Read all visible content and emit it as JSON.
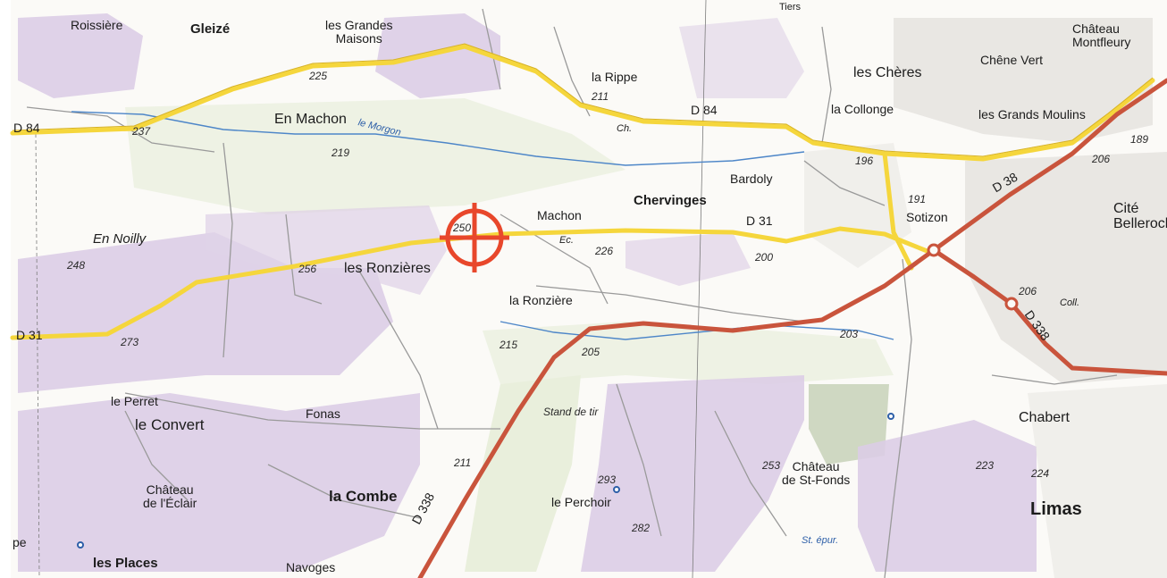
{
  "map": {
    "crosshair_color": "#e8472b",
    "colors": {
      "background": "#fbfaf7",
      "vineyard": "#dccde6",
      "main_road": "#f5d63c",
      "major_road": "#c9543c",
      "water": "#2d5fa8",
      "open_land": "#eef2e4"
    },
    "places": {
      "roissiere": "Roissière",
      "gleize": "Gleizé",
      "les_grandes_maisons": "les Grandes\nMaisons",
      "en_machon": "En Machon",
      "la_rippe": "la Rippe",
      "ch": "Ch.",
      "les_cheres": "les Chères",
      "la_collonge": "la Collonge",
      "chene_vert": "Chêne Vert",
      "chateau_montfleury": "Château\nMontfleury",
      "les_grands_moulins": "les Grands Moulins",
      "chervinges": "Chervinges",
      "bardoly": "Bardoly",
      "machon": "Machon",
      "ec": "Ec.",
      "sotizon": "Sotizon",
      "cite_belleroche": "Cité\nBelleroche",
      "en_noilly": "En Noilly",
      "les_ronzieres": "les Ronzières",
      "la_ronziere": "la Ronzière",
      "coll": "Coll.",
      "le_perret": "le Perret",
      "le_convert": "le Convert",
      "fonas": "Fonas",
      "stand_de_tir": "Stand de tir",
      "chabert": "Chabert",
      "chateau_de_leclair": "Château\nde l'Éclair",
      "la_combe": "la Combe",
      "le_perchoir": "le Perchoir",
      "chateau_de_st_fonds": "Château\nde St-Fonds",
      "limas": "Limas",
      "st_epur": "St. épur.",
      "les_places": "les Places",
      "navoges": "Navoges",
      "the_edge_left": "pe",
      "tiers_edge": "Tiers"
    },
    "water": {
      "le_morgon": "le Morgon"
    },
    "roads": {
      "d84_left": "D 84",
      "d84_mid": "D 84",
      "d31_left": "D 31",
      "d31_mid": "D 31",
      "d38": "D 38",
      "d338_right": "D 338",
      "d338_bottom": "D 338"
    },
    "altitudes": {
      "a225": "225",
      "a237": "237",
      "a219": "219",
      "a211_top": "211",
      "a196": "196",
      "a189": "189",
      "a206_top": "206",
      "a191": "191",
      "a250": "250",
      "a226": "226",
      "a200": "200",
      "a248": "248",
      "a256": "256",
      "a206_mid": "206",
      "a273": "273",
      "a215": "215",
      "a205": "205",
      "a203": "203",
      "a211_bottom": "211",
      "a293": "293",
      "a253": "253",
      "a223": "223",
      "a224": "224",
      "a282": "282"
    }
  }
}
